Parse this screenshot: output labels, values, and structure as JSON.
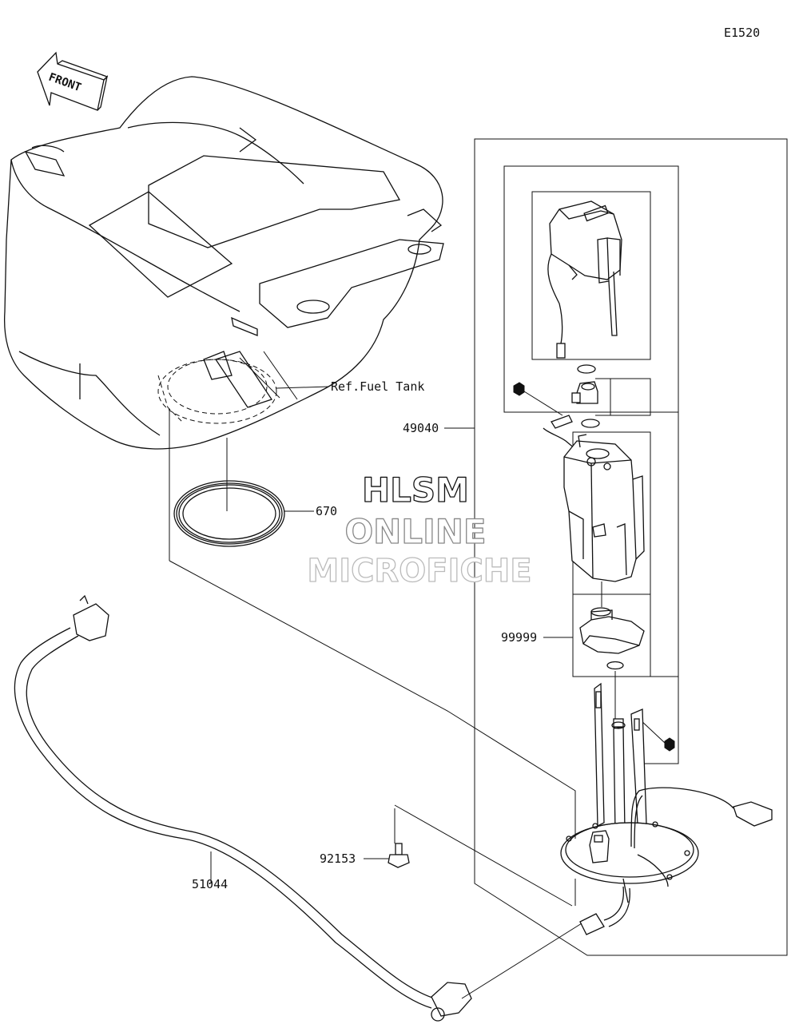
{
  "diagram_code": "E1520",
  "front_marker": "FRONT",
  "ref_label": "Ref.Fuel Tank",
  "parts": [
    {
      "number": "49040"
    },
    {
      "number": "670"
    },
    {
      "number": "99999"
    },
    {
      "number": "92153"
    },
    {
      "number": "51044"
    }
  ],
  "watermark": {
    "line1": "HLSM",
    "line2": "ONLINE",
    "line3": "MICROFICHE"
  }
}
